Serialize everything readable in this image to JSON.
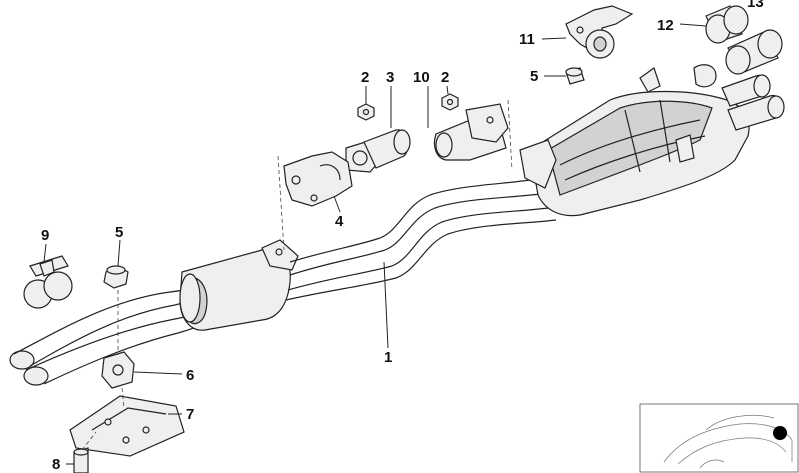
{
  "diagram": {
    "callouts": [
      {
        "id": "c1",
        "label": "1"
      },
      {
        "id": "c2a",
        "label": "2"
      },
      {
        "id": "c2b",
        "label": "2"
      },
      {
        "id": "c3",
        "label": "3"
      },
      {
        "id": "c4",
        "label": "4"
      },
      {
        "id": "c5a",
        "label": "5"
      },
      {
        "id": "c5b",
        "label": "5"
      },
      {
        "id": "c6",
        "label": "6"
      },
      {
        "id": "c7",
        "label": "7"
      },
      {
        "id": "c8",
        "label": "8"
      },
      {
        "id": "c9",
        "label": "9"
      },
      {
        "id": "c10",
        "label": "10"
      },
      {
        "id": "c11",
        "label": "11"
      },
      {
        "id": "c12",
        "label": "12"
      },
      {
        "id": "c13",
        "label": "13"
      }
    ]
  }
}
